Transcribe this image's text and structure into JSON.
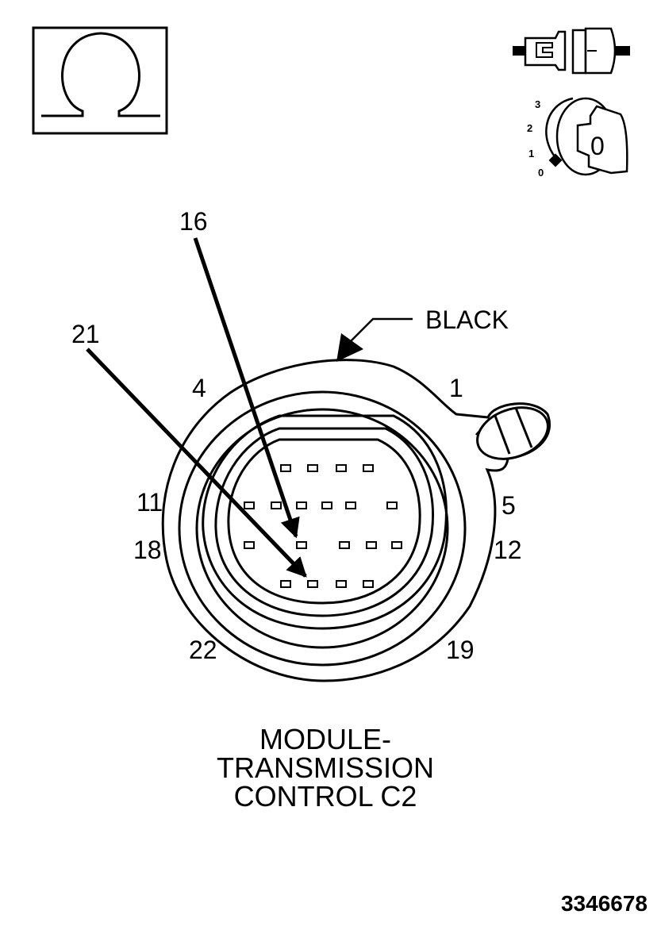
{
  "key_scale": {
    "marks": [
      "3",
      "2",
      "1",
      "0"
    ],
    "key_position": "0"
  },
  "connector": {
    "color_label": "BLACK",
    "pin_callouts": [
      "16",
      "21"
    ],
    "cavity_labels": [
      "4",
      "1",
      "11",
      "5",
      "18",
      "12",
      "22",
      "19"
    ]
  },
  "caption": {
    "lines": [
      "MODULE-",
      "TRANSMISSION",
      "CONTROL C2"
    ]
  },
  "figure_number": "3346678"
}
